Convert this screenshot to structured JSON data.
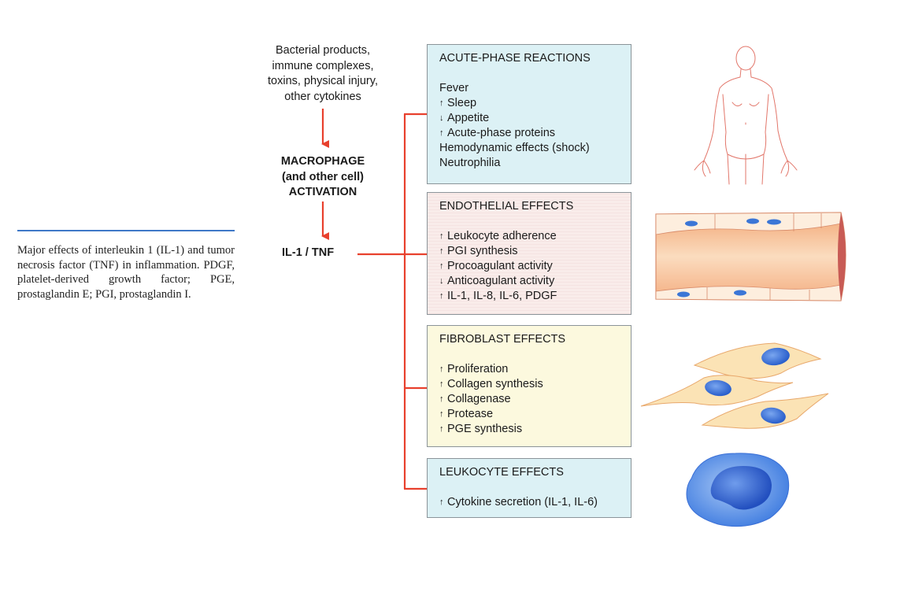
{
  "caption": {
    "text": "Major effects of interleukin 1 (IL-1) and tumor necrosis factor (TNF) in inflammation. PDGF, platelet-derived growth factor; PGE, prostaglandin E; PGI, prostaglandin I."
  },
  "flow": {
    "trigger_lines": [
      "Bacterial products,",
      "immune complexes,",
      "toxins, physical injury,",
      "other cytokines"
    ],
    "activation_lines": [
      "MACROPHAGE",
      "(and other cell)",
      "ACTIVATION"
    ],
    "mediator": "IL-1 / TNF"
  },
  "effects": [
    {
      "title": "ACUTE-PHASE REACTIONS",
      "items": [
        {
          "arrow": "",
          "text": "Fever"
        },
        {
          "arrow": "↑",
          "text": "Sleep"
        },
        {
          "arrow": "↓",
          "text": "Appetite"
        },
        {
          "arrow": "↑",
          "text": "Acute-phase proteins"
        },
        {
          "arrow": "",
          "text": "Hemodynamic effects (shock)"
        },
        {
          "arrow": "",
          "text": "Neutrophilia"
        }
      ]
    },
    {
      "title": "ENDOTHELIAL EFFECTS",
      "items": [
        {
          "arrow": "↑",
          "text": "Leukocyte adherence"
        },
        {
          "arrow": "↑",
          "text": "PGI synthesis"
        },
        {
          "arrow": "↑",
          "text": "Procoagulant activity"
        },
        {
          "arrow": "↓",
          "text": "Anticoagulant activity"
        },
        {
          "arrow": "↑",
          "text": "IL-1, IL-8, IL-6, PDGF"
        }
      ]
    },
    {
      "title": "FIBROBLAST EFFECTS",
      "items": [
        {
          "arrow": "↑",
          "text": "Proliferation"
        },
        {
          "arrow": "↑",
          "text": "Collagen synthesis"
        },
        {
          "arrow": "↑",
          "text": "Collagenase"
        },
        {
          "arrow": "↑",
          "text": "Protease"
        },
        {
          "arrow": "↑",
          "text": "PGE synthesis"
        }
      ]
    },
    {
      "title": "LEUKOCYTE EFFECTS",
      "items": [
        {
          "arrow": "↑",
          "text": "Cytokine secretion (IL-1, IL-6)"
        }
      ]
    }
  ],
  "colors": {
    "arrow_red": "#e8402d",
    "caption_rule": "#3f78c7",
    "acute_box": "#dcf1f5",
    "endothelial_box": "#f9ecea",
    "fibroblast_box": "#fcf9de",
    "leukocyte_box": "#dcf1f5",
    "nucleus_blue": "#3a6fd6"
  },
  "illustrations": [
    "human-body-outline",
    "blood-vessel",
    "fibroblast-cells",
    "leukocyte-cell"
  ]
}
